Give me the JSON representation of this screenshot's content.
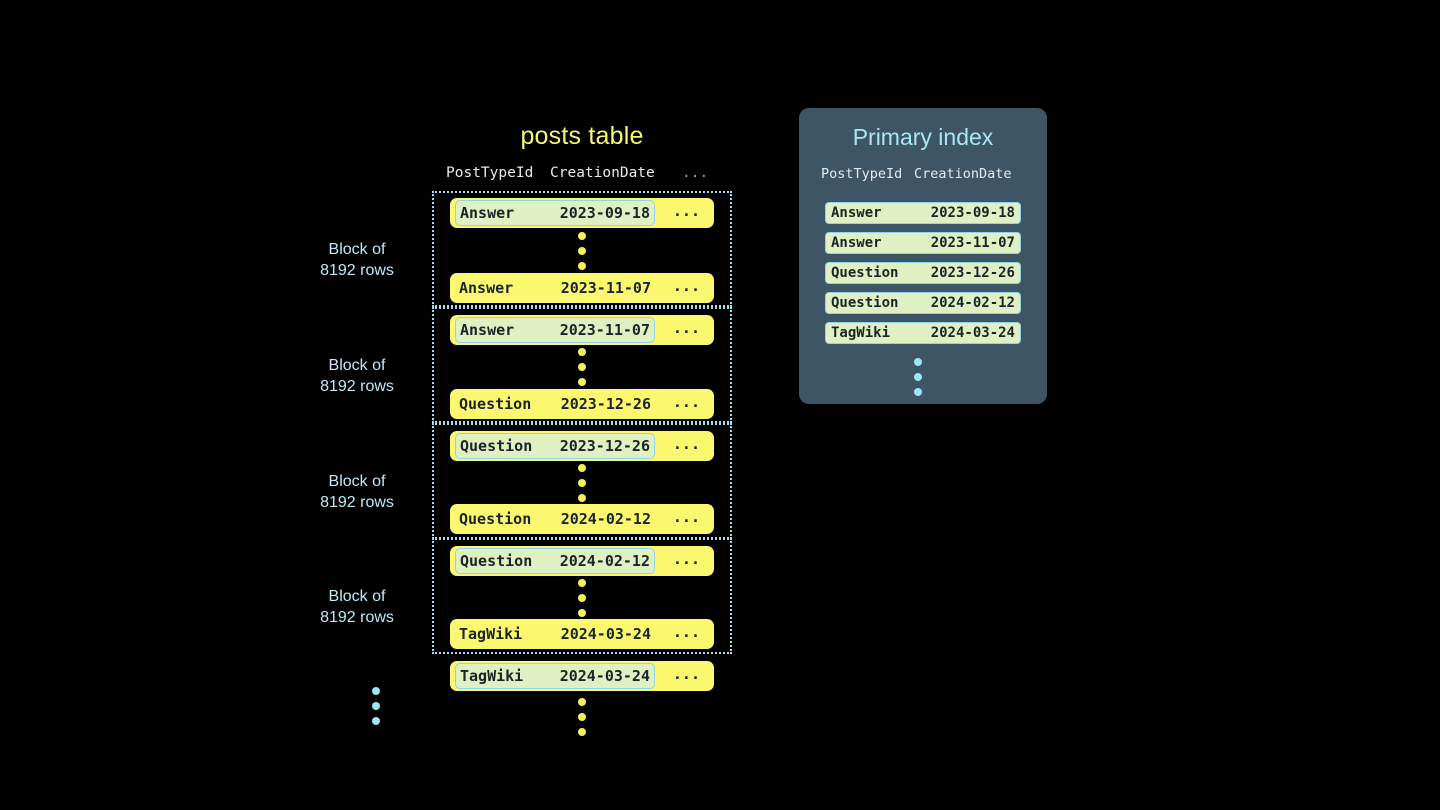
{
  "posts_table": {
    "title": "posts table",
    "columns": [
      "PostTypeId",
      "CreationDate",
      "..."
    ],
    "ellipsis_cell": "...",
    "blocks": [
      {
        "label_line1": "Block of",
        "label_line2": "8192 rows",
        "first_row": {
          "post_type_id": "Answer",
          "creation_date": "2023-09-18",
          "highlighted": true
        },
        "last_row": {
          "post_type_id": "Answer",
          "creation_date": "2023-11-07",
          "highlighted": false
        }
      },
      {
        "label_line1": "Block of",
        "label_line2": "8192 rows",
        "first_row": {
          "post_type_id": "Answer",
          "creation_date": "2023-11-07",
          "highlighted": true
        },
        "last_row": {
          "post_type_id": "Question",
          "creation_date": "2023-12-26",
          "highlighted": false
        }
      },
      {
        "label_line1": "Block of",
        "label_line2": "8192 rows",
        "first_row": {
          "post_type_id": "Question",
          "creation_date": "2023-12-26",
          "highlighted": true
        },
        "last_row": {
          "post_type_id": "Question",
          "creation_date": "2024-02-12",
          "highlighted": false
        }
      },
      {
        "label_line1": "Block of",
        "label_line2": "8192 rows",
        "first_row": {
          "post_type_id": "Question",
          "creation_date": "2024-02-12",
          "highlighted": true
        },
        "last_row": {
          "post_type_id": "TagWiki",
          "creation_date": "2024-03-24",
          "highlighted": false
        }
      }
    ],
    "trailing_row": {
      "post_type_id": "TagWiki",
      "creation_date": "2024-03-24",
      "highlighted": true
    }
  },
  "primary_index": {
    "title": "Primary index",
    "columns": [
      "PostTypeId",
      "CreationDate"
    ],
    "rows": [
      {
        "post_type_id": "Answer",
        "creation_date": "2023-09-18"
      },
      {
        "post_type_id": "Answer",
        "creation_date": "2023-11-07"
      },
      {
        "post_type_id": "Question",
        "creation_date": "2023-12-26"
      },
      {
        "post_type_id": "Question",
        "creation_date": "2024-02-12"
      },
      {
        "post_type_id": "TagWiki",
        "creation_date": "2024-03-24"
      }
    ]
  },
  "colors": {
    "background": "#000000",
    "row_yellow": "#fbf870",
    "highlight_green": "#dff0c2",
    "accent_blue": "#9fdff0",
    "panel_slate": "#3d5564",
    "title_yellow": "#f7f770",
    "dot_yellow": "#f5f05e",
    "dot_blue": "#9fe3f5"
  }
}
